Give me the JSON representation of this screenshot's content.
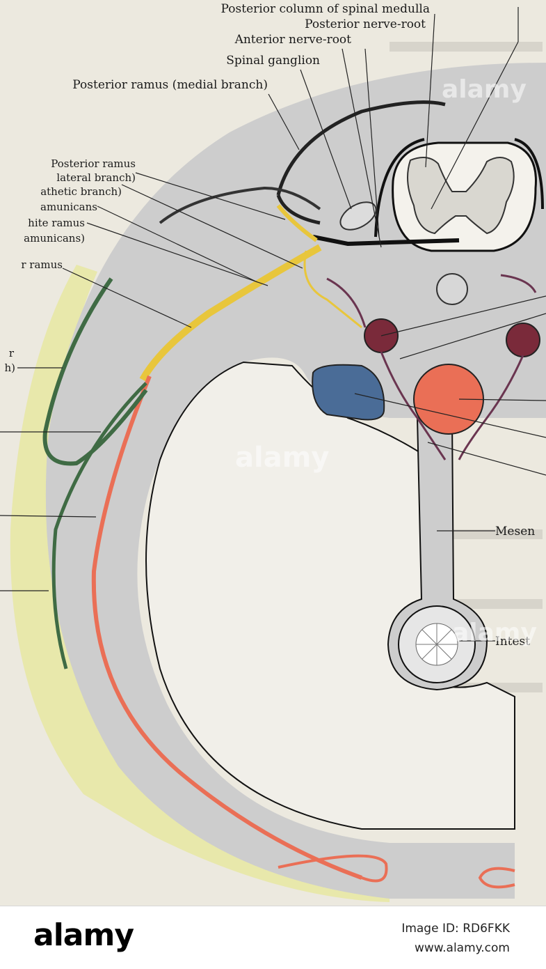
{
  "figure": {
    "labels": {
      "posterior_column": "Posterior column of spinal medulla",
      "posterior_nerve_root": "Posterior nerve-root",
      "anterior_nerve_root": "Anterior nerve-root",
      "spinal_ganglion": "Spinal ganglion",
      "posterior_ramus_medial": "Posterior ramus (medial branch)",
      "posterior_ramus": "Posterior ramus",
      "lateral_branch": "lateral branch)",
      "sympathetic_branch": "athetic branch)",
      "gray_ramus": "amunicans",
      "white_ramus": "hite ramus",
      "white_ramus_cont": "amunicans)",
      "anterior_ramus": "r ramus",
      "lateral_cutaneous_1": "r",
      "lateral_cutaneous_2": "h)",
      "mesentery": "Mesen",
      "intestine": "Intest"
    },
    "colors": {
      "background": "#ece9df",
      "tissue": "#cdcdcd",
      "nerve_yellow": "#e8c63c",
      "vessel_red": "#ea6f56",
      "vessel_blue": "#4a6c97",
      "ganglion": "#7a2a3a",
      "fascia_green": "#3f6b44",
      "skin_yellow": "#e8e7a2"
    }
  },
  "watermark": {
    "text": "alamy"
  },
  "footer": {
    "logo": "alamy",
    "image_id": "Image ID: RD6FKK",
    "url": "www.alamy.com"
  }
}
